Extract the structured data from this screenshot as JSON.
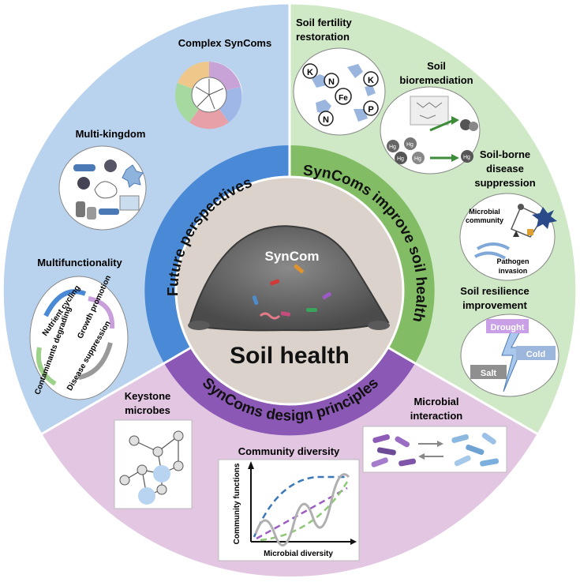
{
  "center": {
    "syncom": "SynCom",
    "title": "Soil health"
  },
  "ring": {
    "future": "Future perspectives",
    "improve": "SynComs improve soil health",
    "design": "SynComs design principles"
  },
  "future": {
    "complex": "Complex SynComs",
    "multikingdom": "Multi-kingdom",
    "multifunctionality": "Multifunctionality",
    "functions": [
      "Nutrient cycling",
      "Growth promotion",
      "Contaminants degrading",
      "Disease suppression"
    ]
  },
  "improve": {
    "fertility": [
      "Soil fertility",
      "restoration"
    ],
    "bioremediation": [
      "Soil",
      "bioremediation"
    ],
    "disease": [
      "Soil-borne",
      "disease",
      "suppression"
    ],
    "resilience": [
      "Soil resilience",
      "improvement"
    ],
    "nutrients": [
      "K",
      "N",
      "Fe",
      "N",
      "P",
      "K"
    ],
    "mercury": "Hg",
    "microbial_community": [
      "Microbial",
      "community"
    ],
    "pathogen": [
      "Pathogen",
      "invasion"
    ],
    "stress": {
      "drought": "Drought",
      "cold": "Cold",
      "salt": "Salt"
    }
  },
  "design": {
    "keystone": [
      "Keystone",
      "microbes"
    ],
    "diversity": "Community diversity",
    "interaction": [
      "Microbial",
      "interaction"
    ],
    "xlabel": "Microbial diversity",
    "ylabel": "Community functions"
  },
  "colors": {
    "future_bg": "#b9d3ee",
    "improve_bg": "#cfe9c6",
    "design_bg": "#e2c6e2",
    "future_ring": "#4a89d6",
    "improve_ring": "#82bd66",
    "design_ring": "#8b58b5",
    "center": "#dbd3cb"
  }
}
